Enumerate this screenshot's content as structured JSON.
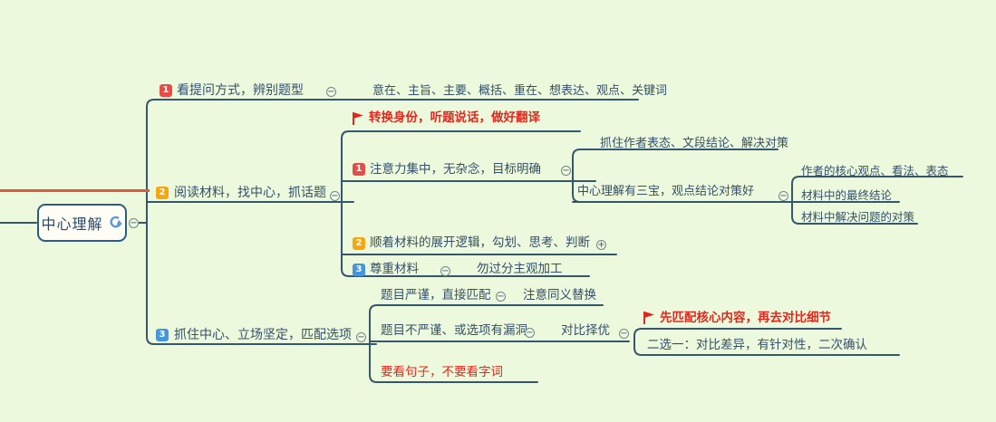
{
  "ui": {
    "collapse": "−",
    "expand": "+"
  },
  "colors": {
    "background": "#ecf9dc",
    "line": "#34576e",
    "text": "#34506a",
    "red_note": "#e0281e",
    "badge_red": "#e84c48",
    "badge_orange": "#f7a70c",
    "badge_blue": "#4596dd",
    "root_border": "#2b5c88"
  },
  "root": {
    "label": "中心理解",
    "icon": "curved-arrow"
  },
  "branches": {
    "b1": {
      "badge": "1",
      "label": "看提问方式，辨别题型",
      "child": "意在、主旨、主要、概括、重在、想表达、观点、关键词"
    },
    "b2": {
      "badge": "2",
      "label": "阅读材料，找中心，抓话题",
      "note": "转换身份，听题说话，做好翻译",
      "focus": {
        "badge": "1",
        "label": "注意力集中，无杂念，目标明确",
        "grab": "抓住作者表态、文段结论、解决对策",
        "sanbao": {
          "label": "中心理解有三宝，观点结论对策好",
          "children": [
            "作者的核心观点、看法、表态",
            "材料中的最终结论",
            "材料中解决问题的对策"
          ]
        }
      },
      "logic": {
        "badge": "2",
        "label": "顺着材料的展开逻辑，勾划、思考、判断"
      },
      "respect": {
        "badge": "3",
        "label": "尊重材料",
        "child": "勿过分主观加工"
      }
    },
    "b3": {
      "badge": "3",
      "label": "抓住中心、立场坚定，匹配选项",
      "strict": {
        "label": "题目严谨，直接匹配",
        "child": "注意同义替换"
      },
      "loose": {
        "label": "题目不严谨、或选项有漏洞",
        "child": "对比择优",
        "note": "先匹配核心内容，再去对比细节",
        "sub": "二选一：对比差异，有针对性，二次确认"
      },
      "note": "要看句子，不要看字词"
    }
  }
}
